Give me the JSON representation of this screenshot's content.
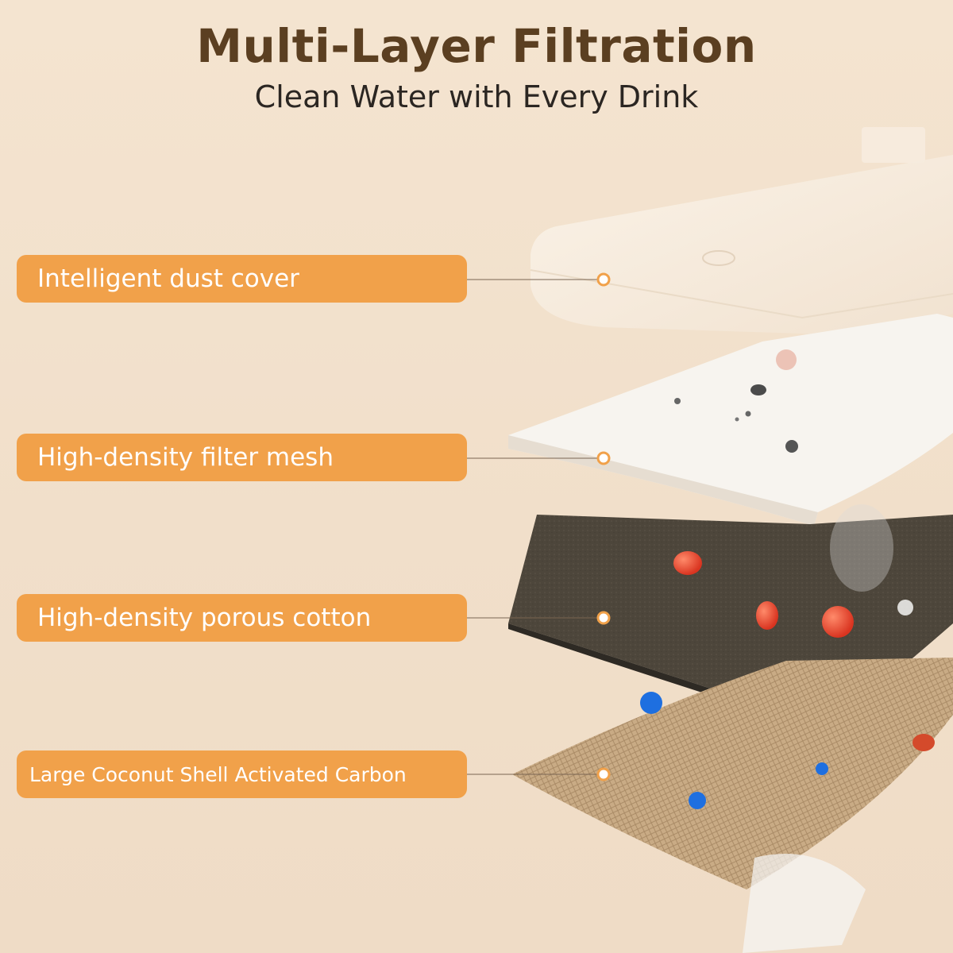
{
  "header": {
    "title": "Multi-Layer Filtration",
    "subtitle": "Clean Water with Every Drink"
  },
  "layers": [
    {
      "label": "Intelligent dust cover"
    },
    {
      "label": "High-density filter mesh"
    },
    {
      "label": "High-density porous cotton"
    },
    {
      "label": "Large Coconut Shell Activated Carbon"
    }
  ],
  "colors": {
    "background": "#f3e2cd",
    "title": "#5b3f21",
    "subtitle": "#2b2622",
    "label_bg": "#f1a14a",
    "label_text": "#ffffff",
    "cover": "#f7ecdf",
    "mesh": "#f7f4ef",
    "cotton": "#4d463b",
    "carbon": "#c9ab85",
    "particle_red": "#e0412a",
    "particle_blue": "#1e6fe0"
  }
}
